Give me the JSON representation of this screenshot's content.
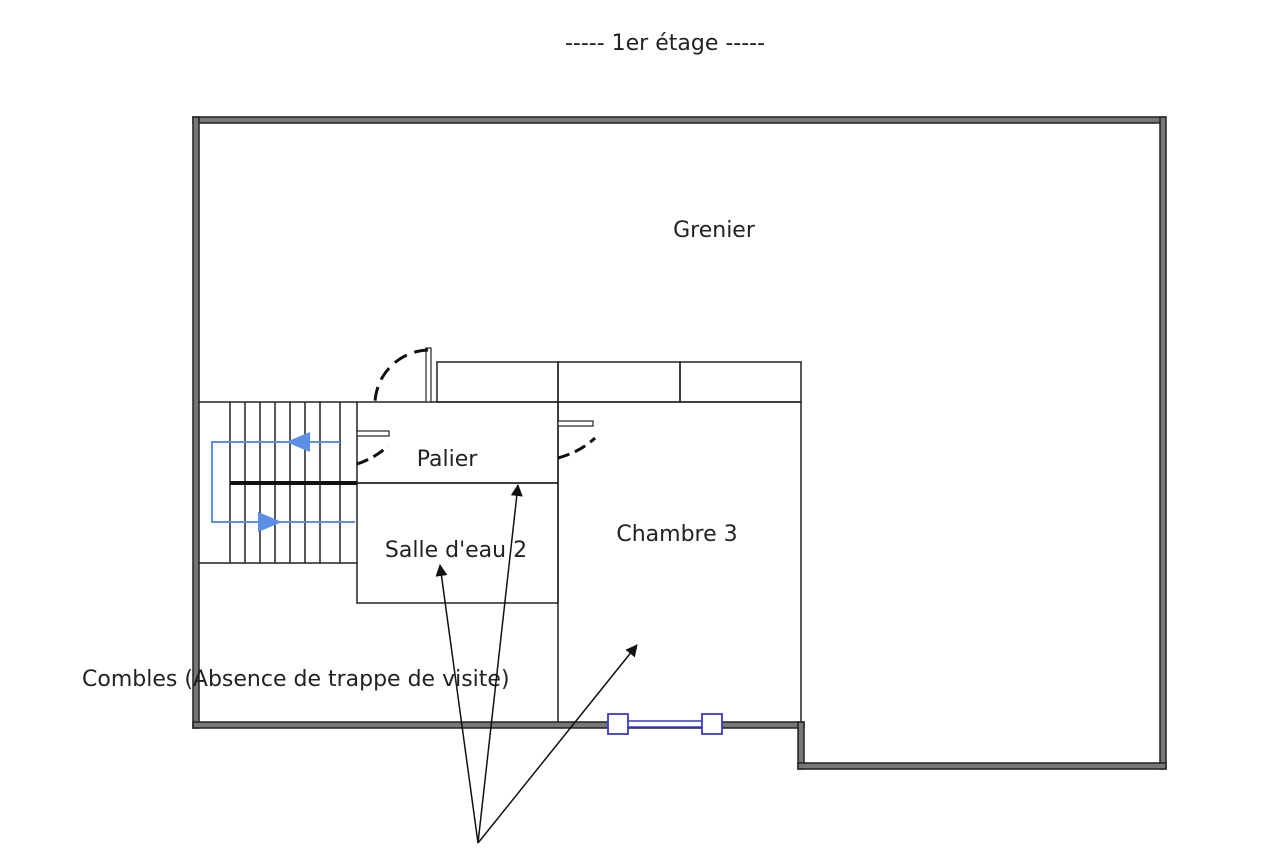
{
  "title": "-----  1er étage  -----",
  "rooms": {
    "grenier": "Grenier",
    "palier": "Palier",
    "salle_eau": "Salle d'eau 2",
    "chambre": "Chambre 3",
    "combles": "Combles (Absence de trappe de visite)"
  },
  "colors": {
    "wall": "#777777",
    "line": "#222222",
    "stair_arrow": "#5b8fe8",
    "window": "#3a3acc"
  }
}
